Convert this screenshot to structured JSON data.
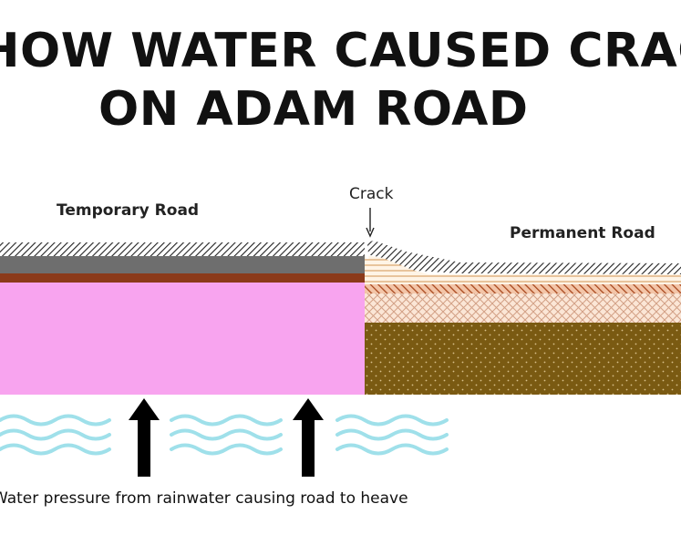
{
  "title": {
    "line1": "HOW WATER CAUSED CRACKS",
    "line2": "ON ADAM ROAD"
  },
  "labels": {
    "temporary_road": "Temporary Road",
    "permanent_road": "Permanent Road",
    "crack": "Crack"
  },
  "caption": "Water pressure from rainwater causing road to heave",
  "colors": {
    "soil_pink": "#f8a4ef",
    "subgrade_brown": "#7a5a12",
    "base_brown_band": "#8b3a1a",
    "asphalt_gray": "#6e6e6e",
    "water_waves": "#9fe0ea",
    "arrow": "#000000"
  },
  "icons": {
    "water": "water-waves-icon",
    "pressure_arrow": "up-arrow-icon",
    "crack_pointer": "down-arrow-icon"
  }
}
